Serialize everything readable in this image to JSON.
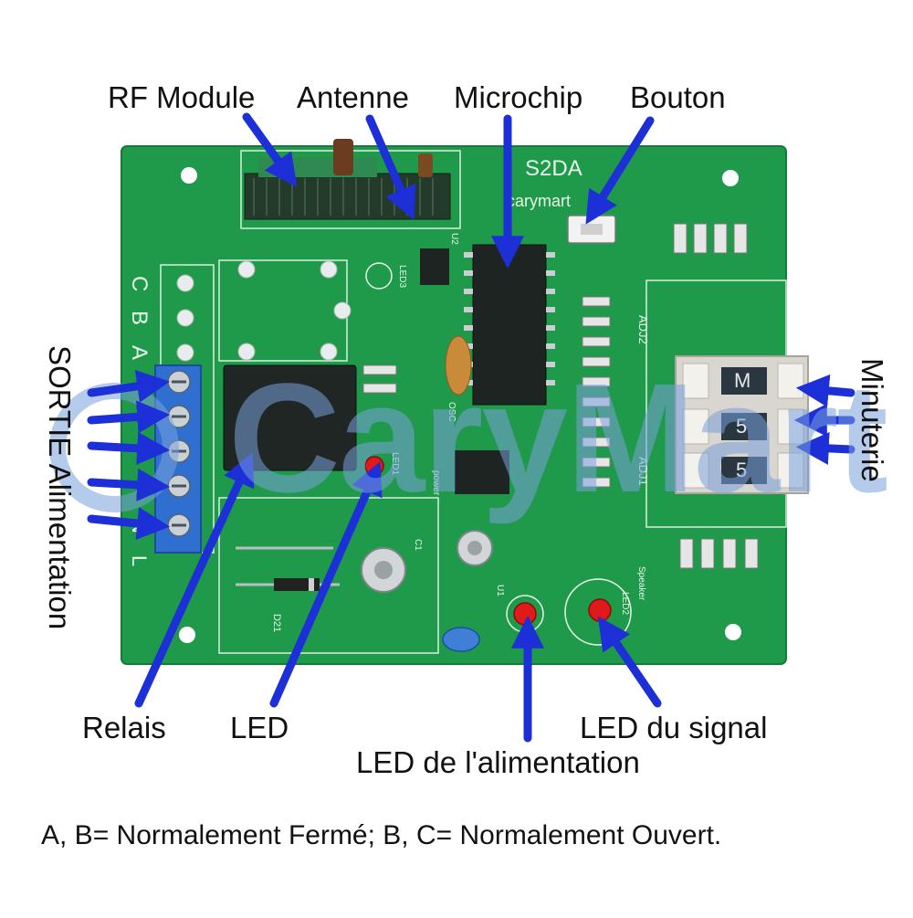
{
  "labels": {
    "rf_module": "RF Module",
    "antenne": "Antenne",
    "microchip": "Microchip",
    "bouton": "Bouton",
    "relais": "Relais",
    "led": "LED",
    "led_alimentation": "LED de l'alimentation",
    "led_signal": "LED du signal",
    "sortie_alimentation": "SORTIE Alimentation",
    "minuterie": "Minuterie"
  },
  "caption": "A, B= Normalement Fermé; B, C= Normalement Ouvert.",
  "board": {
    "model": "S2DA",
    "brand": "carymart",
    "terminal_letters": [
      "C",
      "B",
      "A",
      "N",
      "L"
    ],
    "dip_digits": [
      "M",
      "5",
      "5"
    ],
    "silk_marks": [
      "ADJ2",
      "ADJ1",
      "LED1",
      "LED2",
      "LED3",
      "D21",
      "OSC",
      "U1",
      "U2",
      "C1",
      "power",
      "Speaker"
    ]
  },
  "watermark": "CaryMart",
  "colors": {
    "pcb": "#1f9a4a",
    "pcb_dark": "#17803c",
    "arrow": "#1d2fd6",
    "terminal": "#2f6fd0",
    "silk": "#e8f5ea",
    "led_red": "#e0191b"
  }
}
